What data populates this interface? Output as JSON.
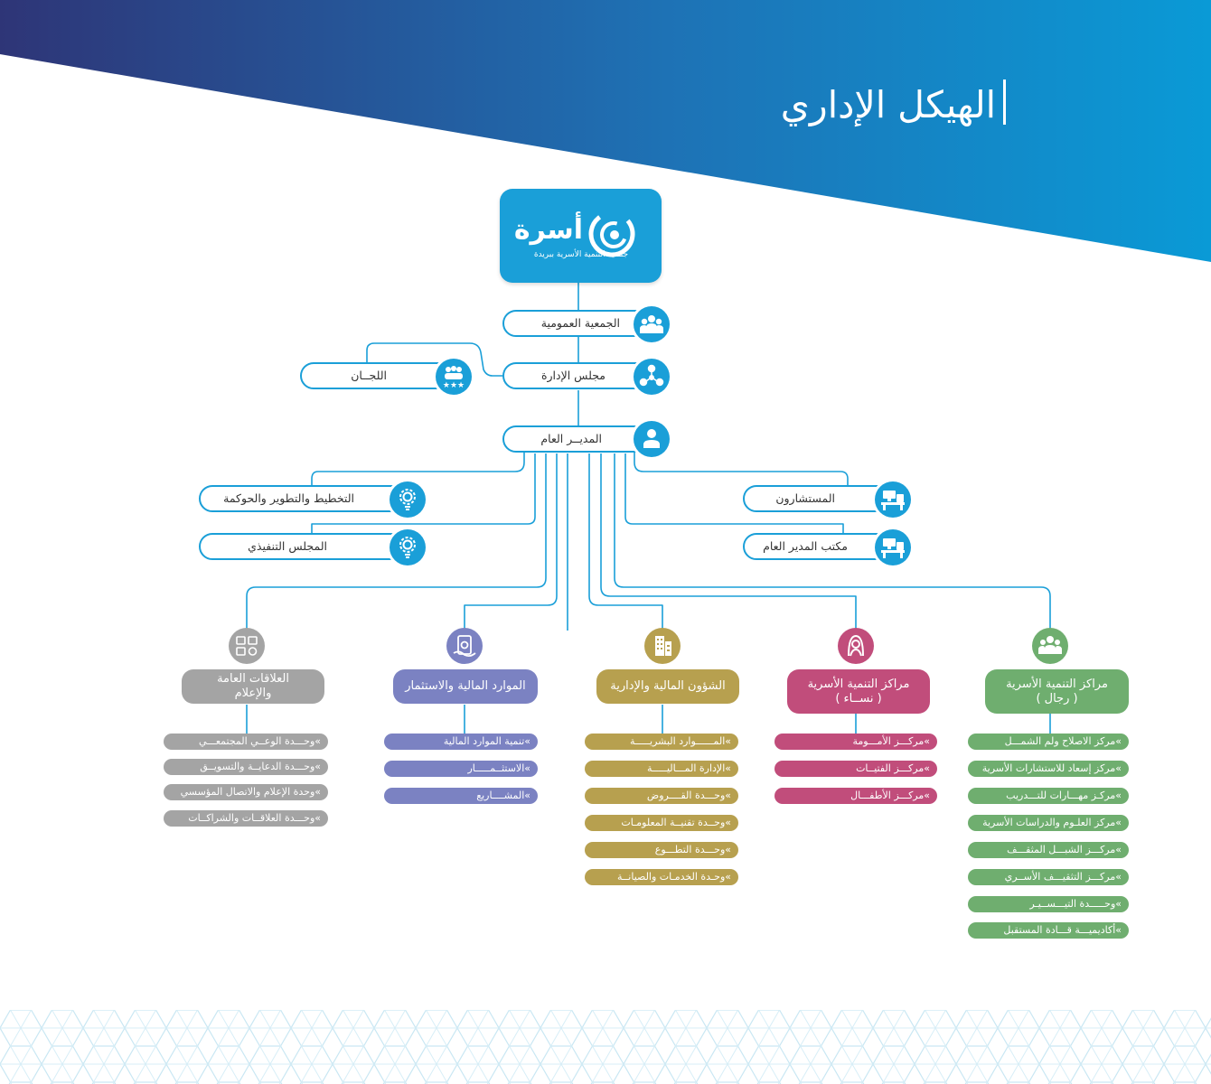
{
  "header": {
    "title": "الهيكل الإداري",
    "gradient_from": "#2e3577",
    "gradient_to": "#0a9ad6"
  },
  "colors": {
    "primary_blue": "#1a9fd8",
    "gray": "#a4a4a4",
    "purple": "#7b82c2",
    "gold": "#b7a04f",
    "pink": "#c14d7b",
    "green": "#6fae6f"
  },
  "logo": {
    "name": "أسرة",
    "subtitle": "جمعية التنمية الأسرية ببريدة",
    "icon": "swirl-logo-icon"
  },
  "top_nodes": {
    "general_assembly": {
      "label": "الجمعية العمومية",
      "icon": "group-icon"
    },
    "board": {
      "label": "مجلس الإدارة",
      "icon": "network-icon"
    },
    "committees": {
      "label": "اللجــان",
      "icon": "team-stars-icon"
    },
    "general_manager": {
      "label": "المديــر العام",
      "icon": "user-icon"
    },
    "planning": {
      "label": "التخطيط والتطوير والحوكمة",
      "icon": "bulb-gear-icon"
    },
    "executive_council": {
      "label": "المجلس التنفيذي",
      "icon": "bulb-gear-icon"
    },
    "consultants": {
      "label": "المستشارون",
      "icon": "desk-icon"
    },
    "gm_office": {
      "label": "مكتب المدير العام",
      "icon": "desk-icon"
    }
  },
  "departments": [
    {
      "title": "العلاقات العامة\nوالإعلام",
      "icon": "media-icon",
      "color": "#a4a4a4",
      "items": [
        "»وحـــدة الوعــي المجتمعـــي",
        "»وحـــدة الدعايــة والتسويــق",
        "»وحدة الإعلام والاتصال المؤسسي",
        "»وحـــدة العلاقــات والشراكــات"
      ]
    },
    {
      "title": "الموارد المالية والاستثمار",
      "icon": "money-hand-icon",
      "color": "#7b82c2",
      "items": [
        "»تنمية الموارد المالية",
        "»الاستثــمـــــار",
        "»المشــــاريع"
      ]
    },
    {
      "title": "الشؤون المالية والإدارية",
      "icon": "building-icon",
      "color": "#b7a04f",
      "items": [
        "»المــــــوارد البشريـــــة",
        "»الإدارة المـــاليـــــة",
        "»وحـــدة القــــروض",
        "»وحــدة تقنيــة المعلومـات",
        "»وحـــدة التطـــوع",
        "»وحـدة الخدمـات والصيانــة"
      ]
    },
    {
      "title": "مراكز التنمية الأسرية\n( نســاء )",
      "icon": "woman-icon",
      "color": "#c14d7b",
      "items": [
        "»مركـــز الأمـــومة",
        "»مركـــز الفتيــات",
        "»مركـــز الأطفـــال"
      ]
    },
    {
      "title": "مراكز التنمية الأسرية\n( رجال )",
      "icon": "men-group-icon",
      "color": "#6fae6f",
      "items": [
        "»مركز الاصلاح ولم الشمـــل",
        "»مركز إسعاد للاستشارات الأسرية",
        "»مركـز مهـــارات للتـــدريب",
        "»مركز العلـوم والدراسات الأسرية",
        "»مركـــز الشبـــل المثقـــف",
        "»مركـــز التثقيـــف الأســري",
        "»وحـــــدة التيـــســيـر",
        "»أكاديميـــة قـــادة المستقبل"
      ]
    }
  ]
}
